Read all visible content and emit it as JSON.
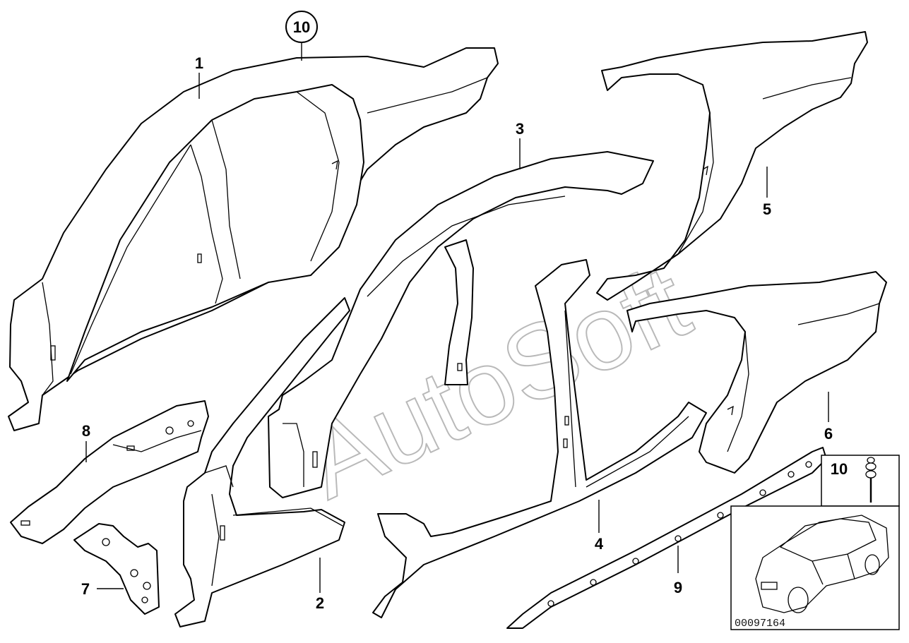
{
  "diagram": {
    "callouts": {
      "c1": "1",
      "c2": "2",
      "c3": "3",
      "c4": "4",
      "c5": "5",
      "c6": "6",
      "c7": "7",
      "c8": "8",
      "c9": "9",
      "c10_circled": "10",
      "c10_inset": "10"
    },
    "watermark": "AutoSoft",
    "inset_code": "00097164"
  }
}
